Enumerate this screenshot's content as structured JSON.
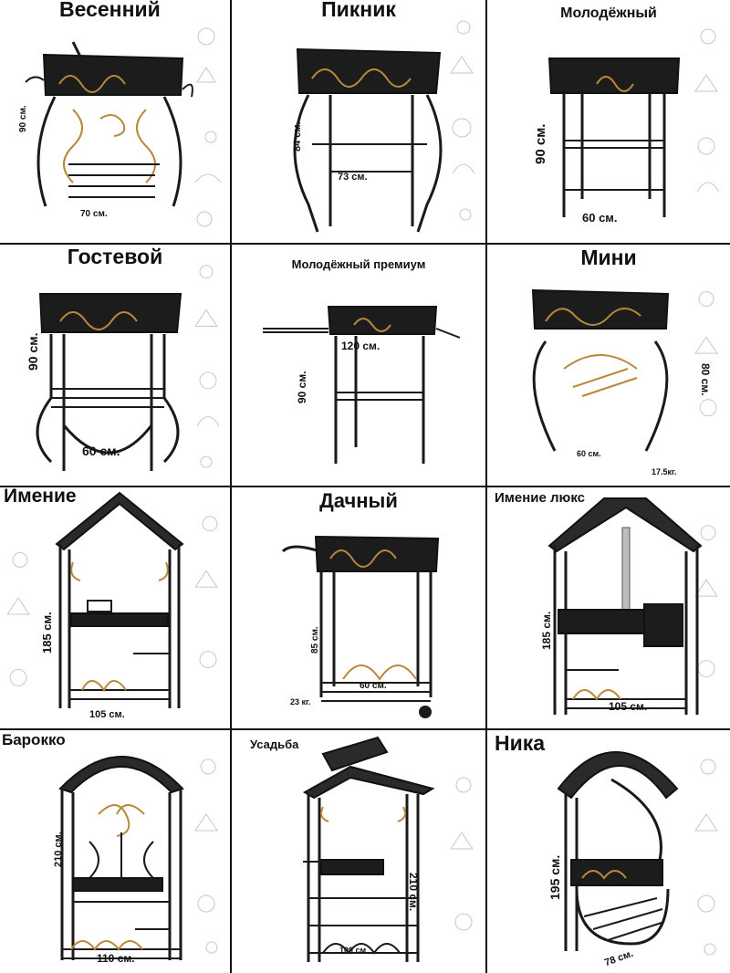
{
  "cells": [
    {
      "title": "Весенний",
      "height": "90 см.",
      "width": "70 см."
    },
    {
      "title": "Пикник",
      "height": "84 см.",
      "width": "73 см."
    },
    {
      "title": "Молодёжный",
      "height": "90 см.",
      "width": "60 см."
    },
    {
      "title": "Гостевой",
      "height": "90 см.",
      "width": "60 см."
    },
    {
      "title": "Молодёжный премиум",
      "height": "90 см.",
      "width": "120 см."
    },
    {
      "title": "Мини",
      "height": "80 см.",
      "width": "60 см.",
      "weight": "17.5кг."
    },
    {
      "title": "Имение",
      "height": "185 см.",
      "width": "105 см."
    },
    {
      "title": "Дачный",
      "height": "85 см.",
      "width": "60 см.",
      "weight": "23 кг."
    },
    {
      "title": "Имение люкс",
      "height": "185 см.",
      "width": "105 см."
    },
    {
      "title": "Барокко",
      "height": "210 см.",
      "width": "110 см."
    },
    {
      "title": "Усадьба",
      "height": "210 см.",
      "width": "100 см"
    },
    {
      "title": "Ника",
      "height": "195 см.",
      "width": "78 см."
    }
  ],
  "colors": {
    "iron": "#1a1a1a",
    "gold": "#b8893a",
    "border": "#111111"
  }
}
